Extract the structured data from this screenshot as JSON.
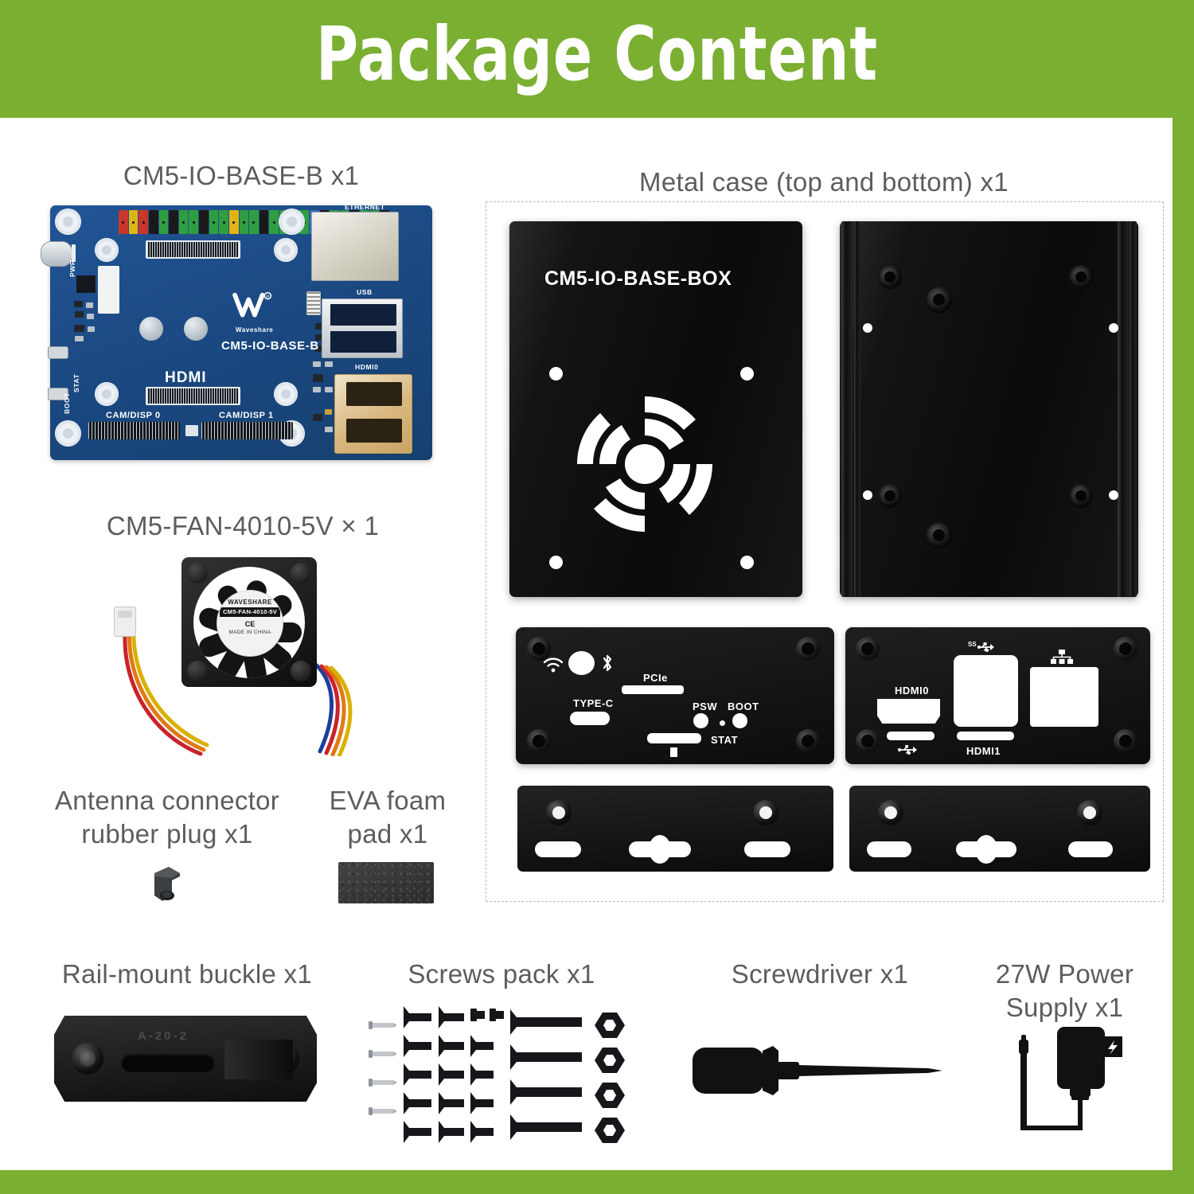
{
  "header": {
    "title": "Package Content",
    "bg_color": "#7aaf32",
    "text_color": "#ffffff"
  },
  "items": [
    {
      "id": "board",
      "label": "CM5-IO-BASE-B x1"
    },
    {
      "id": "metal_case",
      "label": "Metal case (top and bottom) x1"
    },
    {
      "id": "fan",
      "label": "CM5-FAN-4010-5V × 1"
    },
    {
      "id": "rubber_plug",
      "label": "Antenna connector\nrubber plug x1"
    },
    {
      "id": "foam_pad",
      "label": "EVA foam\npad x1"
    },
    {
      "id": "rail_buckle",
      "label": "Rail-mount buckle x1"
    },
    {
      "id": "screws",
      "label": "Screws pack x1"
    },
    {
      "id": "screwdriver",
      "label": "Screwdriver x1"
    },
    {
      "id": "power_supply",
      "label": "27W Power\nSupply x1"
    }
  ],
  "board": {
    "name": "CM5-IO-BASE-B",
    "brand": "Waveshare",
    "silkscreen": {
      "hdmi_logo": "HDMI",
      "cam_disp_0": "CAM/DISP 0",
      "cam_disp_1": "CAM/DISP 1",
      "ethernet": "ETHERNET",
      "usb": "USB",
      "hdmi0": "HDMI0",
      "pwr": "PWR",
      "stat": "STAT",
      "boot": "BOOT"
    },
    "pcb_color": "#1c4f8f"
  },
  "metal_case": {
    "box_label": "CM5-IO-BASE-BOX",
    "body_color": "#101010",
    "left_panel": {
      "labels": [
        "PCIe",
        "TYPE-C",
        "PSW",
        "BOOT",
        "STAT"
      ],
      "icons": [
        "wifi-icon",
        "antenna-hole",
        "bluetooth-icon"
      ]
    },
    "right_panel": {
      "labels": [
        "HDMI0",
        "HDMI1"
      ],
      "icons": [
        "usb-ss-icon",
        "ethernet-icon",
        "usb-icon"
      ]
    }
  },
  "fan": {
    "brand": "WAVESHARE",
    "model": "CM5-FAN-4010-5V",
    "certification": "CE",
    "origin": "MADE IN CHINA",
    "wire_colors": [
      "#d9b100",
      "#e07a16",
      "#c9232b",
      "#1c3f9b"
    ]
  },
  "rail_buckle": {
    "marking": "A-20-2"
  }
}
